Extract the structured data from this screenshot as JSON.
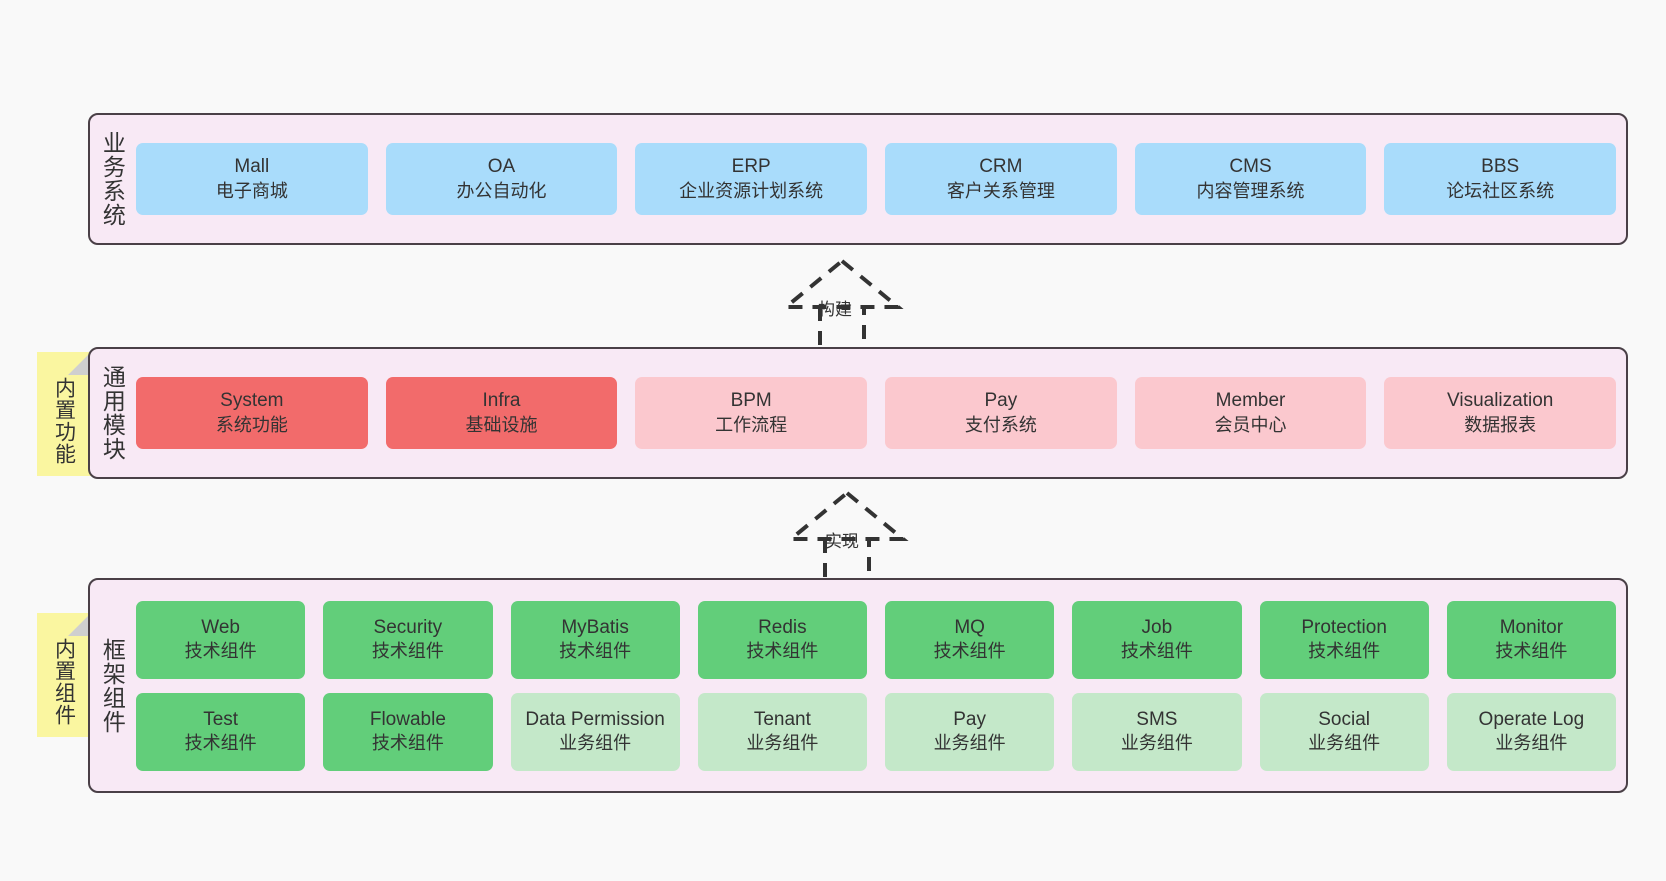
{
  "diagram": {
    "background": "#F9F9F9",
    "layer_fill": "#F8E9F5",
    "layer_border": "#4A4047",
    "note_fill": "#FAF6A0"
  },
  "layers": [
    {
      "id": "business",
      "title": "业务系统",
      "rows": [
        [
          {
            "name": "Mall",
            "sub": "电子商城",
            "color": "#A9DCFB"
          },
          {
            "name": "OA",
            "sub": "办公自动化",
            "color": "#A9DCFB"
          },
          {
            "name": "ERP",
            "sub": "企业资源计划系统",
            "color": "#A9DCFB"
          },
          {
            "name": "CRM",
            "sub": "客户关系管理",
            "color": "#A9DCFB"
          },
          {
            "name": "CMS",
            "sub": "内容管理系统",
            "color": "#A9DCFB"
          },
          {
            "name": "BBS",
            "sub": "论坛社区系统",
            "color": "#A9DCFB"
          }
        ]
      ]
    },
    {
      "id": "common",
      "title": "通用模块",
      "note": "内置功能",
      "rows": [
        [
          {
            "name": "System",
            "sub": "系统功能",
            "color": "#F26B6B"
          },
          {
            "name": "Infra",
            "sub": "基础设施",
            "color": "#F26B6B"
          },
          {
            "name": "BPM",
            "sub": "工作流程",
            "color": "#FBC8CE"
          },
          {
            "name": "Pay",
            "sub": "支付系统",
            "color": "#FBC8CE"
          },
          {
            "name": "Member",
            "sub": "会员中心",
            "color": "#FBC8CE"
          },
          {
            "name": "Visualization",
            "sub": "数据报表",
            "color": "#FBC8CE"
          }
        ]
      ]
    },
    {
      "id": "framework",
      "title": "框架组件",
      "note": "内置组件",
      "rows": [
        [
          {
            "name": "Web",
            "sub": "技术组件",
            "color": "#62CE7A"
          },
          {
            "name": "Security",
            "sub": "技术组件",
            "color": "#62CE7A"
          },
          {
            "name": "MyBatis",
            "sub": "技术组件",
            "color": "#62CE7A"
          },
          {
            "name": "Redis",
            "sub": "技术组件",
            "color": "#62CE7A"
          },
          {
            "name": "MQ",
            "sub": "技术组件",
            "color": "#62CE7A"
          },
          {
            "name": "Job",
            "sub": "技术组件",
            "color": "#62CE7A"
          },
          {
            "name": "Protection",
            "sub": "技术组件",
            "color": "#62CE7A"
          },
          {
            "name": "Monitor",
            "sub": "技术组件",
            "color": "#62CE7A"
          }
        ],
        [
          {
            "name": "Test",
            "sub": "技术组件",
            "color": "#62CE7A"
          },
          {
            "name": "Flowable",
            "sub": "技术组件",
            "color": "#62CE7A"
          },
          {
            "name": "Data Permission",
            "sub": "业务组件",
            "color": "#C4E8C9"
          },
          {
            "name": "Tenant",
            "sub": "业务组件",
            "color": "#C4E8C9"
          },
          {
            "name": "Pay",
            "sub": "业务组件",
            "color": "#C4E8C9"
          },
          {
            "name": "SMS",
            "sub": "业务组件",
            "color": "#C4E8C9"
          },
          {
            "name": "Social",
            "sub": "业务组件",
            "color": "#C4E8C9"
          },
          {
            "name": "Operate Log",
            "sub": "业务组件",
            "color": "#C4E8C9"
          }
        ]
      ]
    }
  ],
  "arrows": [
    {
      "id": "build",
      "label": "构建"
    },
    {
      "id": "realize",
      "label": "实现"
    }
  ]
}
